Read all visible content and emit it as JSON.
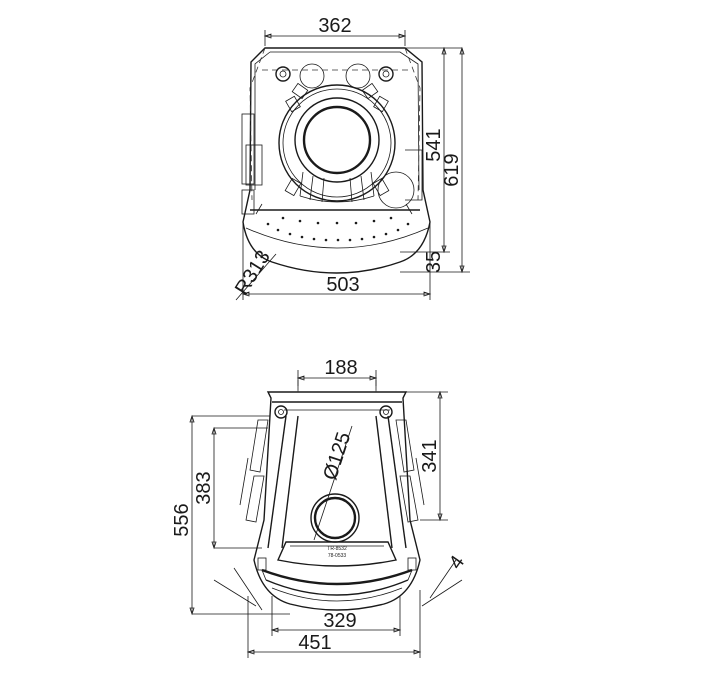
{
  "top_view": {
    "dim_width": "362",
    "dim_depth_inner": "541",
    "dim_depth_total": "619",
    "dim_radius": "R313",
    "dim_front_width": "503",
    "dim_front_offset": "35"
  },
  "bottom_view": {
    "dim_top_width": "188",
    "dim_flue_diameter": "Ø125",
    "dim_flue_depth": "341",
    "dim_depth_inner": "383",
    "dim_depth_total": "556",
    "dim_front_inner": "329",
    "dim_front_total": "451",
    "dim_small_front": "4"
  },
  "plate_text": {
    "line1": "TR-8532",
    "line2": "78-0533"
  }
}
